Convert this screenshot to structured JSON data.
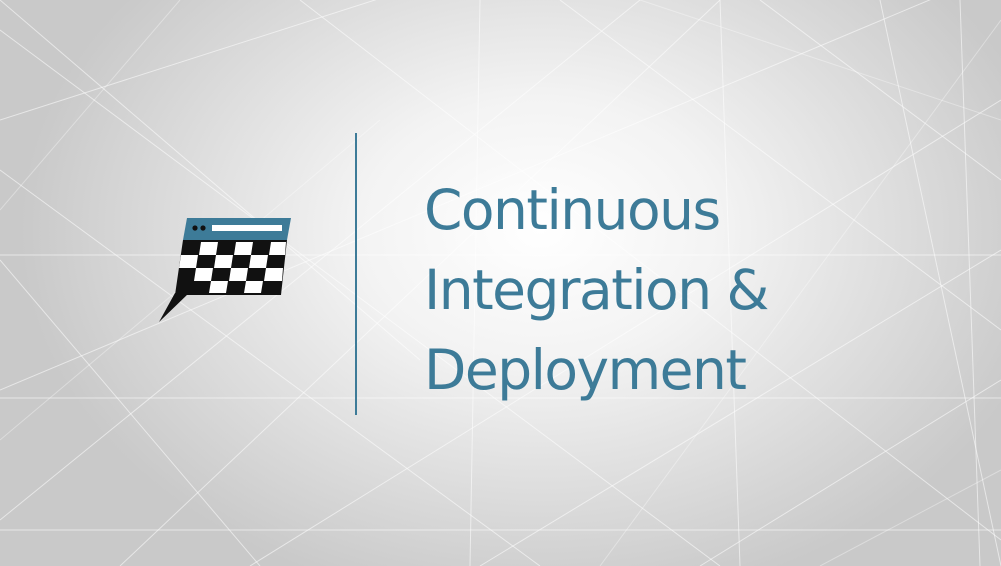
{
  "colors": {
    "accent": "#3d7b98",
    "logo_dark": "#111111"
  },
  "logo": {
    "icon": "checkered-flag-browser-icon"
  },
  "title": {
    "line1": "Continuous",
    "line2": "Integration &",
    "line3": "Deployment"
  }
}
